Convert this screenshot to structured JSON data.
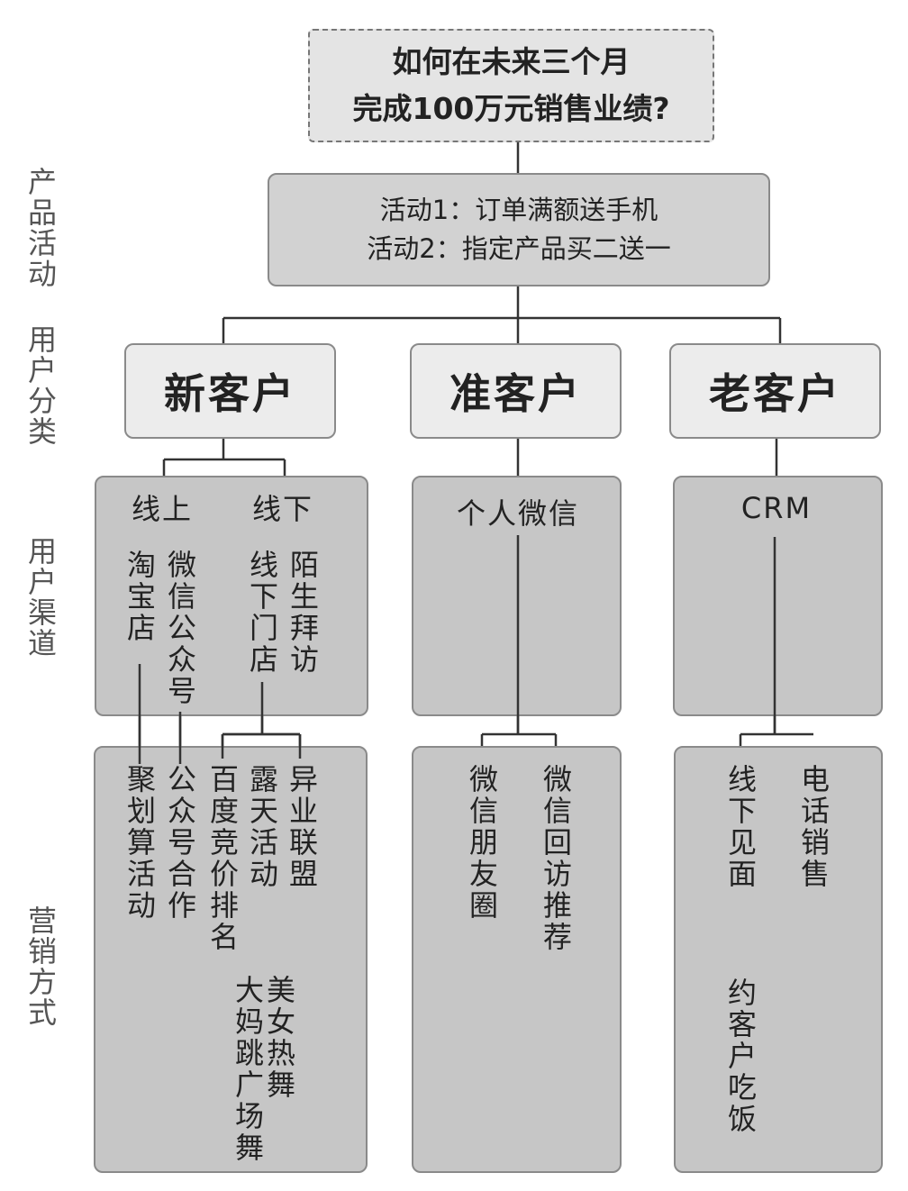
{
  "title": {
    "line1": "如何在未来三个月",
    "line2": "完成100万元销售业绩?"
  },
  "activities": {
    "line1": "活动1：订单满额送手机",
    "line2": "活动2：指定产品买二送一"
  },
  "side_labels": [
    "产品活动",
    "用户分类",
    "用户渠道",
    "营销方式"
  ],
  "categories": [
    "新客户",
    "准客户",
    "老客户"
  ],
  "new_customer": {
    "online": "线上",
    "offline": "线下",
    "channels": [
      "淘宝店",
      "微信公众号",
      "线下门店",
      "陌生拜访"
    ],
    "marketing": [
      "聚划算活动",
      "公众号合作",
      "百度竞价排名",
      "露天活动",
      "异业联盟"
    ],
    "outdoor": [
      "大妈跳广场舞",
      "美女热舞"
    ]
  },
  "prospect": {
    "channel": "个人微信",
    "marketing": [
      "微信朋友圈",
      "微信回访推荐"
    ]
  },
  "old_customer": {
    "channel": "CRM",
    "marketing": [
      "线下见面",
      "电话销售"
    ],
    "followup": "约客户吃饭"
  }
}
